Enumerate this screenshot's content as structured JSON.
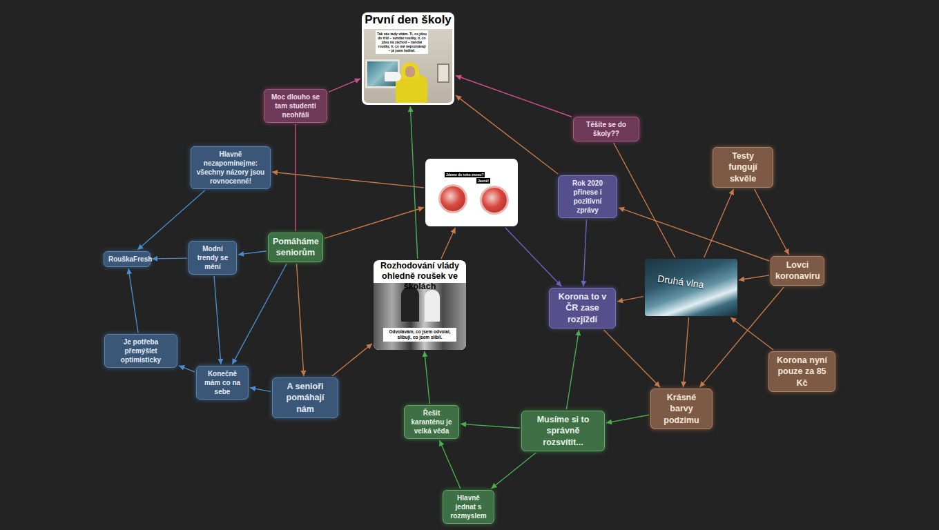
{
  "diagram": {
    "nodes": [
      {
        "text": [
          "První den školy",
          "Tak vás tady vítám. Ti, co jdou do tříd – sundat roušky, ti, co jdou na záchod – nandat roušky, ti, co mě nepoznávají – já jsem ředitel."
        ]
      },
      {
        "text": [
          "Moc dlouho se tam studenti neohřáli"
        ]
      },
      {
        "text": [
          "Těšíte se do školy??"
        ]
      },
      {
        "text": [
          "Hlavně nezapomínejme: všechny názory jsou rovnocenné!"
        ]
      },
      {
        "text": [
          "Jdeme do toho znovu?",
          "Jasně!"
        ]
      },
      {
        "text": [
          "Testy fungují skvěle"
        ]
      },
      {
        "text": [
          "Rok 2020 přinese i pozitivní zprávy"
        ]
      },
      {
        "text": [
          "Pomáháme seniorům"
        ]
      },
      {
        "text": [
          "RouškaFresh"
        ]
      },
      {
        "text": [
          "Modní trendy se mění"
        ]
      },
      {
        "text": [
          "Lovci koronaviru"
        ]
      },
      {
        "text": [
          "Druhá vlna"
        ]
      },
      {
        "text": [
          "Rozhodování vlády ohledně roušek ve školách",
          "Odvolávám, co jsem odvolal, slibuji, co jsem slíbil."
        ]
      },
      {
        "text": [
          "Korona to v ČR zase rozjíždí"
        ]
      },
      {
        "text": [
          "Je potřeba přemýšlet optimisticky"
        ]
      },
      {
        "text": [
          "Korona nyní pouze za 85 Kč"
        ]
      },
      {
        "text": [
          "Konečně mám co na sebe"
        ]
      },
      {
        "text": [
          "A senioři pomáhají nám"
        ]
      },
      {
        "text": [
          "Krásné barvy podzimu"
        ]
      },
      {
        "text": [
          "Řešit karanténu je velká věda"
        ]
      },
      {
        "text": [
          "Musíme si to správně rozsvítit..."
        ]
      },
      {
        "text": [
          "Hlavně jednat s rozmyslem"
        ]
      }
    ],
    "edges": [
      {
        "from": 1,
        "to": 0,
        "arrow": "to"
      },
      {
        "from": 7,
        "to": 1,
        "arrow": "none"
      },
      {
        "from": 2,
        "to": 0,
        "arrow": "to"
      },
      {
        "from": 11,
        "to": 2,
        "arrow": "none"
      },
      {
        "from": 6,
        "to": 0,
        "arrow": "to"
      },
      {
        "from": 6,
        "to": 13,
        "arrow": "to"
      },
      {
        "from": 4,
        "to": 13,
        "arrow": "to"
      },
      {
        "from": 11,
        "to": 13,
        "arrow": "to"
      },
      {
        "from": 11,
        "to": 5,
        "arrow": "to"
      },
      {
        "from": 5,
        "to": 10,
        "arrow": "to"
      },
      {
        "from": 10,
        "to": 6,
        "arrow": "to"
      },
      {
        "from": 10,
        "to": 11,
        "arrow": "to"
      },
      {
        "from": 10,
        "to": 18,
        "arrow": "to"
      },
      {
        "from": 11,
        "to": 18,
        "arrow": "to"
      },
      {
        "from": 15,
        "to": 11,
        "arrow": "to"
      },
      {
        "from": 13,
        "to": 18,
        "arrow": "to"
      },
      {
        "from": 18,
        "to": 20,
        "arrow": "to"
      },
      {
        "from": 20,
        "to": 13,
        "arrow": "to"
      },
      {
        "from": 20,
        "to": 19,
        "arrow": "to"
      },
      {
        "from": 20,
        "to": 21,
        "arrow": "to"
      },
      {
        "from": 21,
        "to": 19,
        "arrow": "to"
      },
      {
        "from": 19,
        "to": 12,
        "arrow": "to"
      },
      {
        "from": 12,
        "to": 0,
        "arrow": "to"
      },
      {
        "from": 12,
        "to": 4,
        "arrow": "to"
      },
      {
        "from": 17,
        "to": 12,
        "arrow": "to"
      },
      {
        "from": 7,
        "to": 4,
        "arrow": "to"
      },
      {
        "from": 7,
        "to": 17,
        "arrow": "to"
      },
      {
        "from": 4,
        "to": 3,
        "arrow": "to"
      },
      {
        "from": 7,
        "to": 9,
        "arrow": "to"
      },
      {
        "from": 9,
        "to": 8,
        "arrow": "to"
      },
      {
        "from": 3,
        "to": 8,
        "arrow": "to"
      },
      {
        "from": 14,
        "to": 8,
        "arrow": "to"
      },
      {
        "from": 9,
        "to": 16,
        "arrow": "to"
      },
      {
        "from": 16,
        "to": 14,
        "arrow": "to"
      },
      {
        "from": 17,
        "to": 16,
        "arrow": "to"
      },
      {
        "from": 7,
        "to": 16,
        "arrow": "to"
      }
    ]
  }
}
